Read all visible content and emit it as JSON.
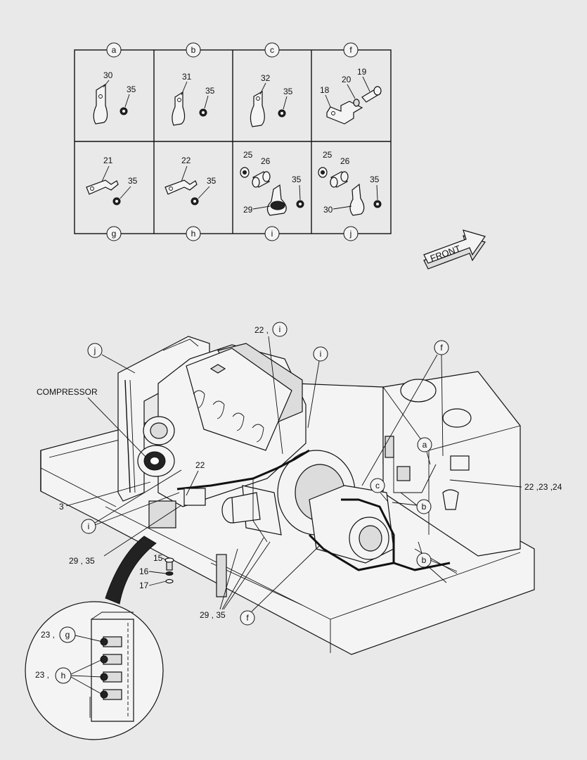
{
  "table": {
    "top_row": [
      {
        "letter": "a",
        "parts": [
          "30",
          "35"
        ]
      },
      {
        "letter": "b",
        "parts": [
          "31",
          "35"
        ]
      },
      {
        "letter": "c",
        "parts": [
          "32",
          "35"
        ]
      },
      {
        "letter": "f",
        "parts": [
          "18",
          "20",
          "19"
        ]
      }
    ],
    "bottom_row": [
      {
        "letter": "g",
        "parts": [
          "21",
          "35"
        ]
      },
      {
        "letter": "h",
        "parts": [
          "22",
          "35"
        ]
      },
      {
        "letter": "i",
        "parts": [
          "25",
          "26",
          "35",
          "29"
        ]
      },
      {
        "letter": "j",
        "parts": [
          "25",
          "26",
          "35",
          "30"
        ]
      }
    ]
  },
  "front_label": "FRONT",
  "callouts": {
    "compressor": "COMPRESSOR",
    "part_3": "3",
    "part_22_left": "22",
    "part_22_i": "22 ,",
    "part_29_35_left": "29 , 35",
    "part_29_35_bottom": "29 , 35",
    "part_22_23_24": "22 ,23 ,24",
    "part_15": "15",
    "part_16": "16",
    "part_17": "17",
    "inset_23_g": "23 ,",
    "inset_23_h": "23 ,",
    "letter_a": "a",
    "letter_b": "b",
    "letter_c": "c",
    "letter_f": "f",
    "letter_g": "g",
    "letter_h": "h",
    "letter_i": "i",
    "letter_j": "j"
  }
}
